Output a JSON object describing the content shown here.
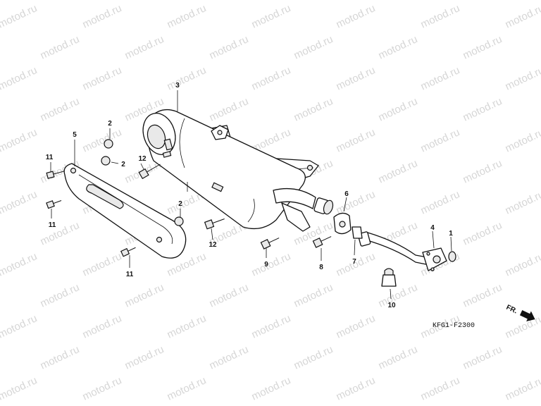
{
  "diagram": {
    "watermark_text": "motod.ru",
    "diagram_code": "KFG1-F2300",
    "front_indicator_label": "FR.",
    "callouts": [
      "1",
      "2",
      "3",
      "4",
      "5",
      "6",
      "7",
      "8",
      "9",
      "10",
      "11",
      "12"
    ]
  }
}
